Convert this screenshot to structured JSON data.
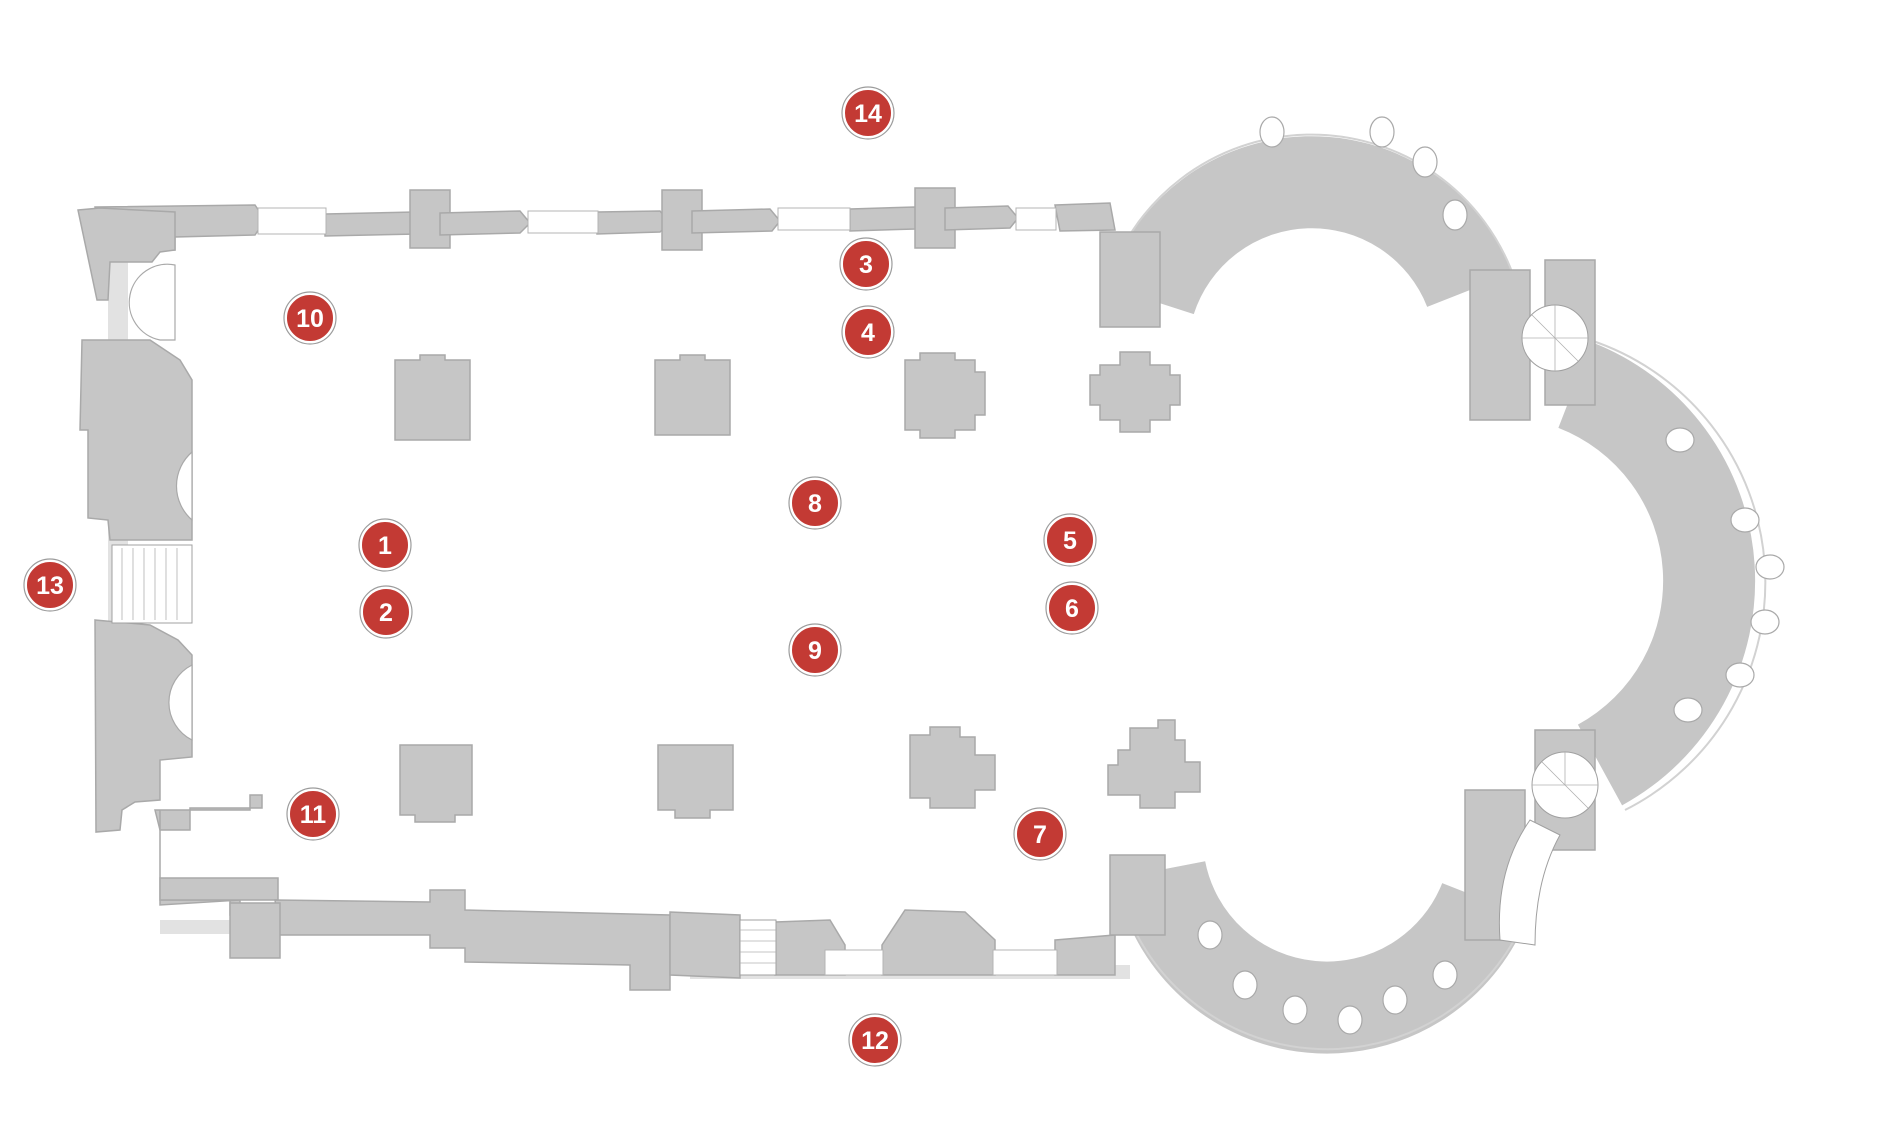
{
  "colors": {
    "wall": "#c6c6c6",
    "wall_stroke": "#a9a9a9",
    "marker_fill": "#c33a34",
    "marker_text": "#ffffff",
    "background": "#ffffff"
  },
  "markers": [
    {
      "label": "1"
    },
    {
      "label": "2"
    },
    {
      "label": "3"
    },
    {
      "label": "4"
    },
    {
      "label": "5"
    },
    {
      "label": "6"
    },
    {
      "label": "7"
    },
    {
      "label": "8"
    },
    {
      "label": "9"
    },
    {
      "label": "10"
    },
    {
      "label": "11"
    },
    {
      "label": "12"
    },
    {
      "label": "13"
    },
    {
      "label": "14"
    }
  ]
}
